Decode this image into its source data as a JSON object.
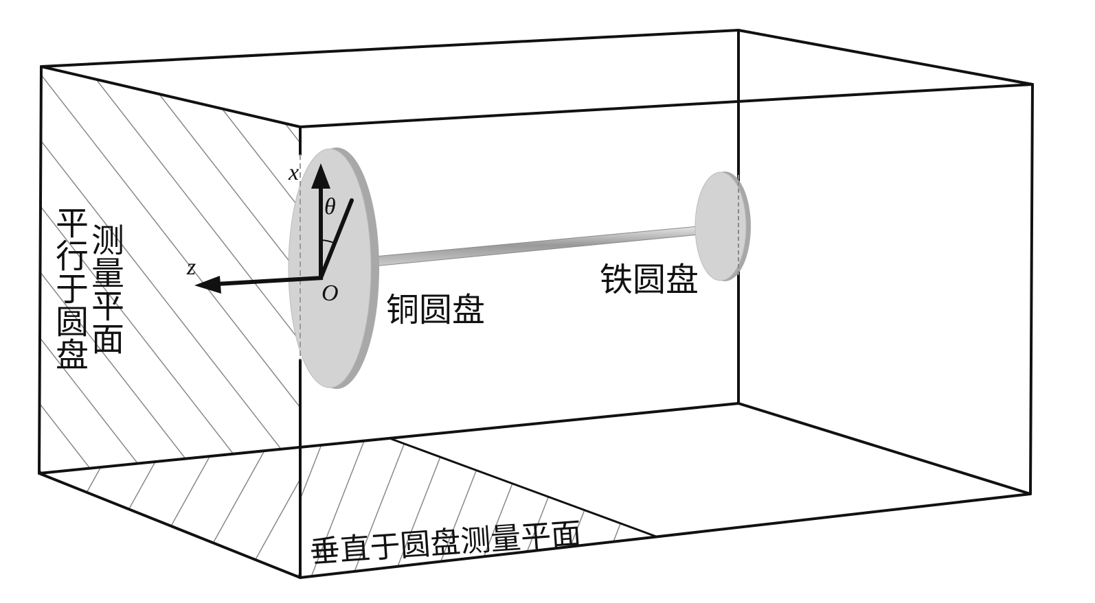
{
  "labels": {
    "parallel_plane_col1": "平行于圆盘",
    "parallel_plane_col2": "测量平面",
    "copper_disc": "铜圆盘",
    "iron_disc": "铁圆盘",
    "perpendicular_plane": "垂直于圆盘测量平面",
    "axis_x": "x",
    "axis_z": "z",
    "angle": "θ",
    "origin": "O"
  },
  "colors": {
    "edge": "#111111",
    "hatch": "#888888",
    "disc_face": "#d3d3d3",
    "disc_rim": "#a8a8a8"
  }
}
